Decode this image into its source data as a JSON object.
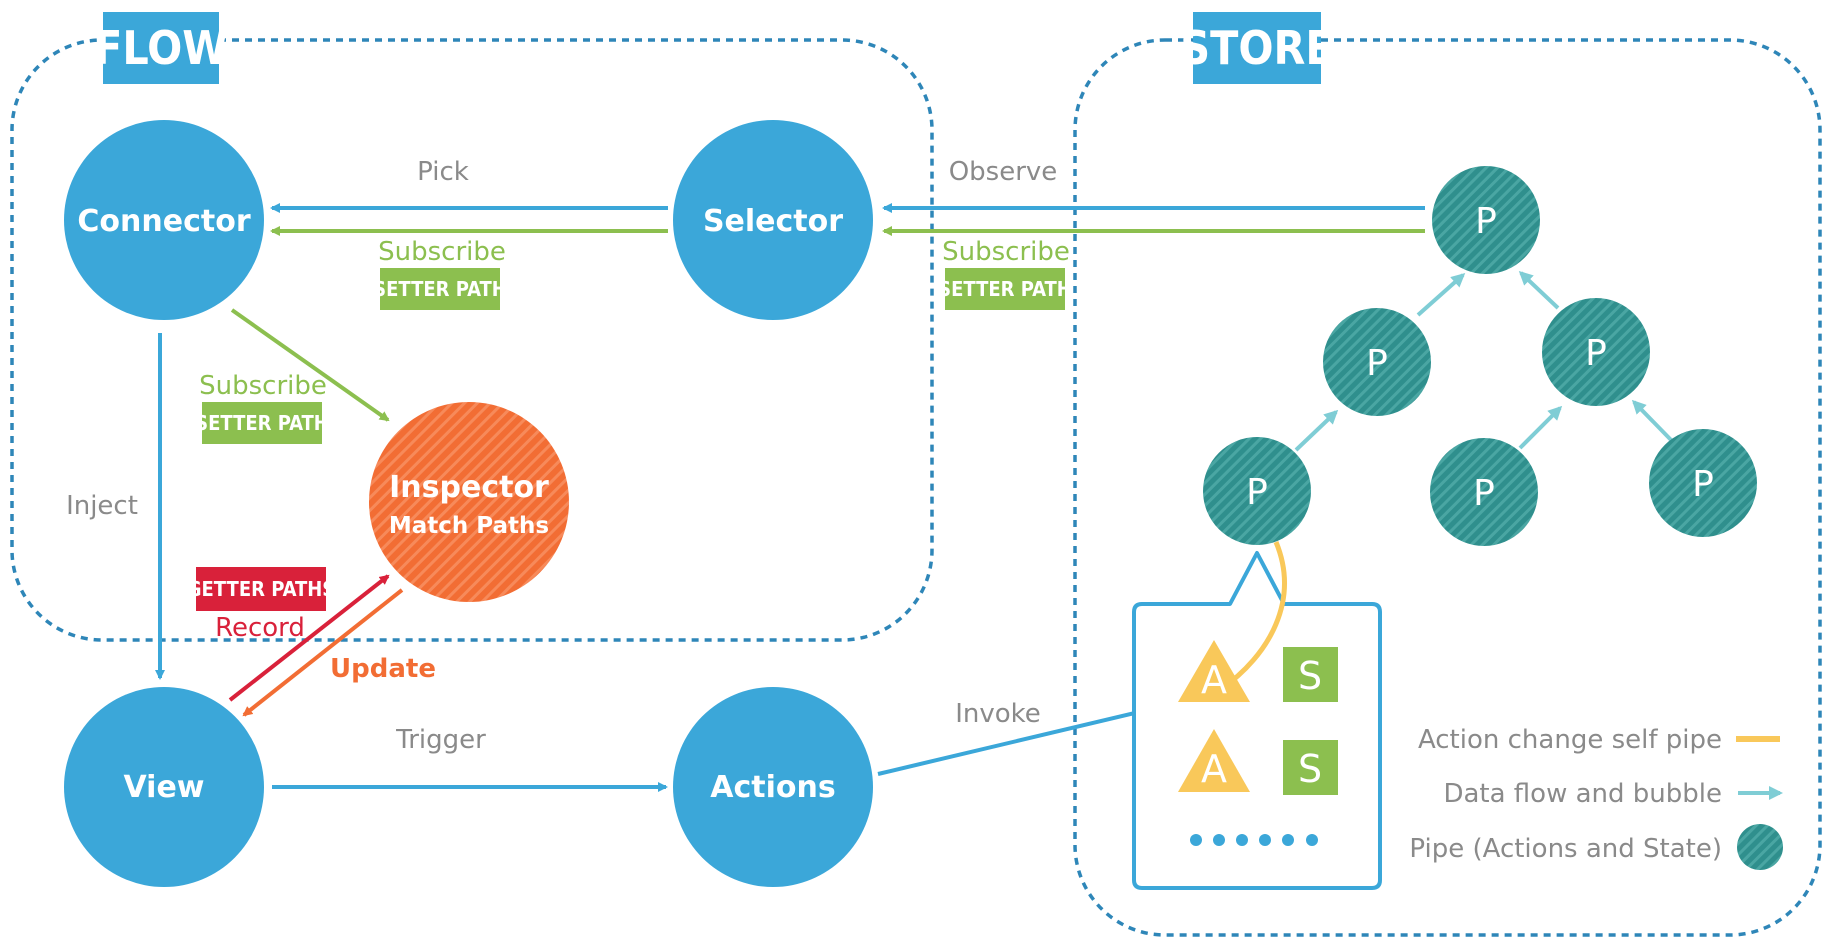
{
  "groups": {
    "flow": "FLOW",
    "store": "STORE"
  },
  "nodes": {
    "connector": "Connector",
    "selector": "Selector",
    "view": "View",
    "actions": "Actions",
    "inspector": "Inspector",
    "inspector_sub": "Match Paths"
  },
  "edges": {
    "pick": "Pick",
    "observe": "Observe",
    "inject": "Inject",
    "trigger": "Trigger",
    "invoke": "Invoke",
    "record": "Record",
    "update": "Update",
    "subscribe": "Subscribe"
  },
  "tags": {
    "setter_path": "SETTER PATH",
    "getter_paths": "GETTER PATHS"
  },
  "pipe_letter": "P",
  "action_letter": "A",
  "state_letter": "S",
  "legend": {
    "self_pipe": "Action change self pipe",
    "data_flow": "Data flow and bubble",
    "pipe": "Pipe (Actions and State)"
  },
  "colors": {
    "blue": "#3ba7d9",
    "green": "#8cbf4f",
    "orange": "#f26d34",
    "red": "#d9213a",
    "teal": "#2f8f8d",
    "light_teal": "#7fcdd5",
    "yellow": "#f9c85a",
    "gray_text": "#8a8a8a"
  }
}
